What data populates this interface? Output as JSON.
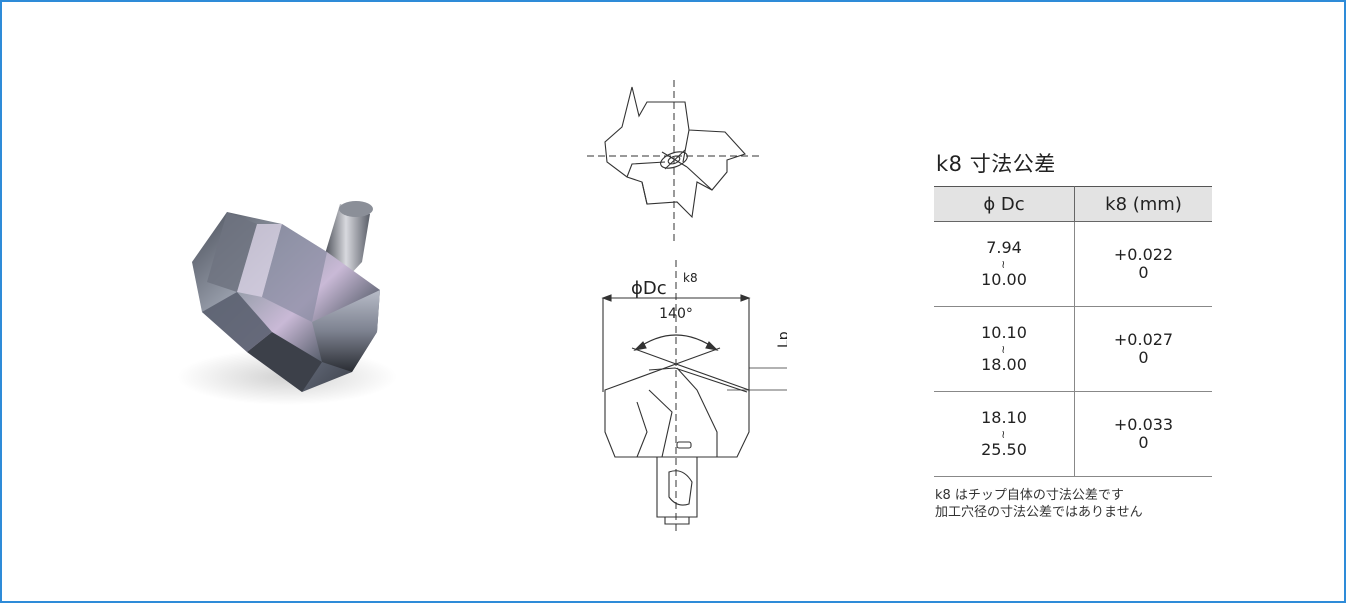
{
  "drawing": {
    "diameter_label": "ϕDc",
    "diameter_sup": "k8",
    "angle_label": "140°",
    "lp_label": "Lp"
  },
  "tolerance": {
    "title": "k8 寸法公差",
    "headers": [
      "ϕ Dc",
      "k8 (mm)"
    ],
    "range_mark": "~",
    "rows": [
      {
        "from": "7.94",
        "to": "10.00",
        "upper": "+0.022",
        "lower": "0"
      },
      {
        "from": "10.10",
        "to": "18.00",
        "upper": "+0.027",
        "lower": "0"
      },
      {
        "from": "18.10",
        "to": "25.50",
        "upper": "+0.033",
        "lower": "0"
      }
    ],
    "note_line1": "k8 はチップ自体の寸法公差です",
    "note_line2": "加工穴径の寸法公差ではありません"
  }
}
